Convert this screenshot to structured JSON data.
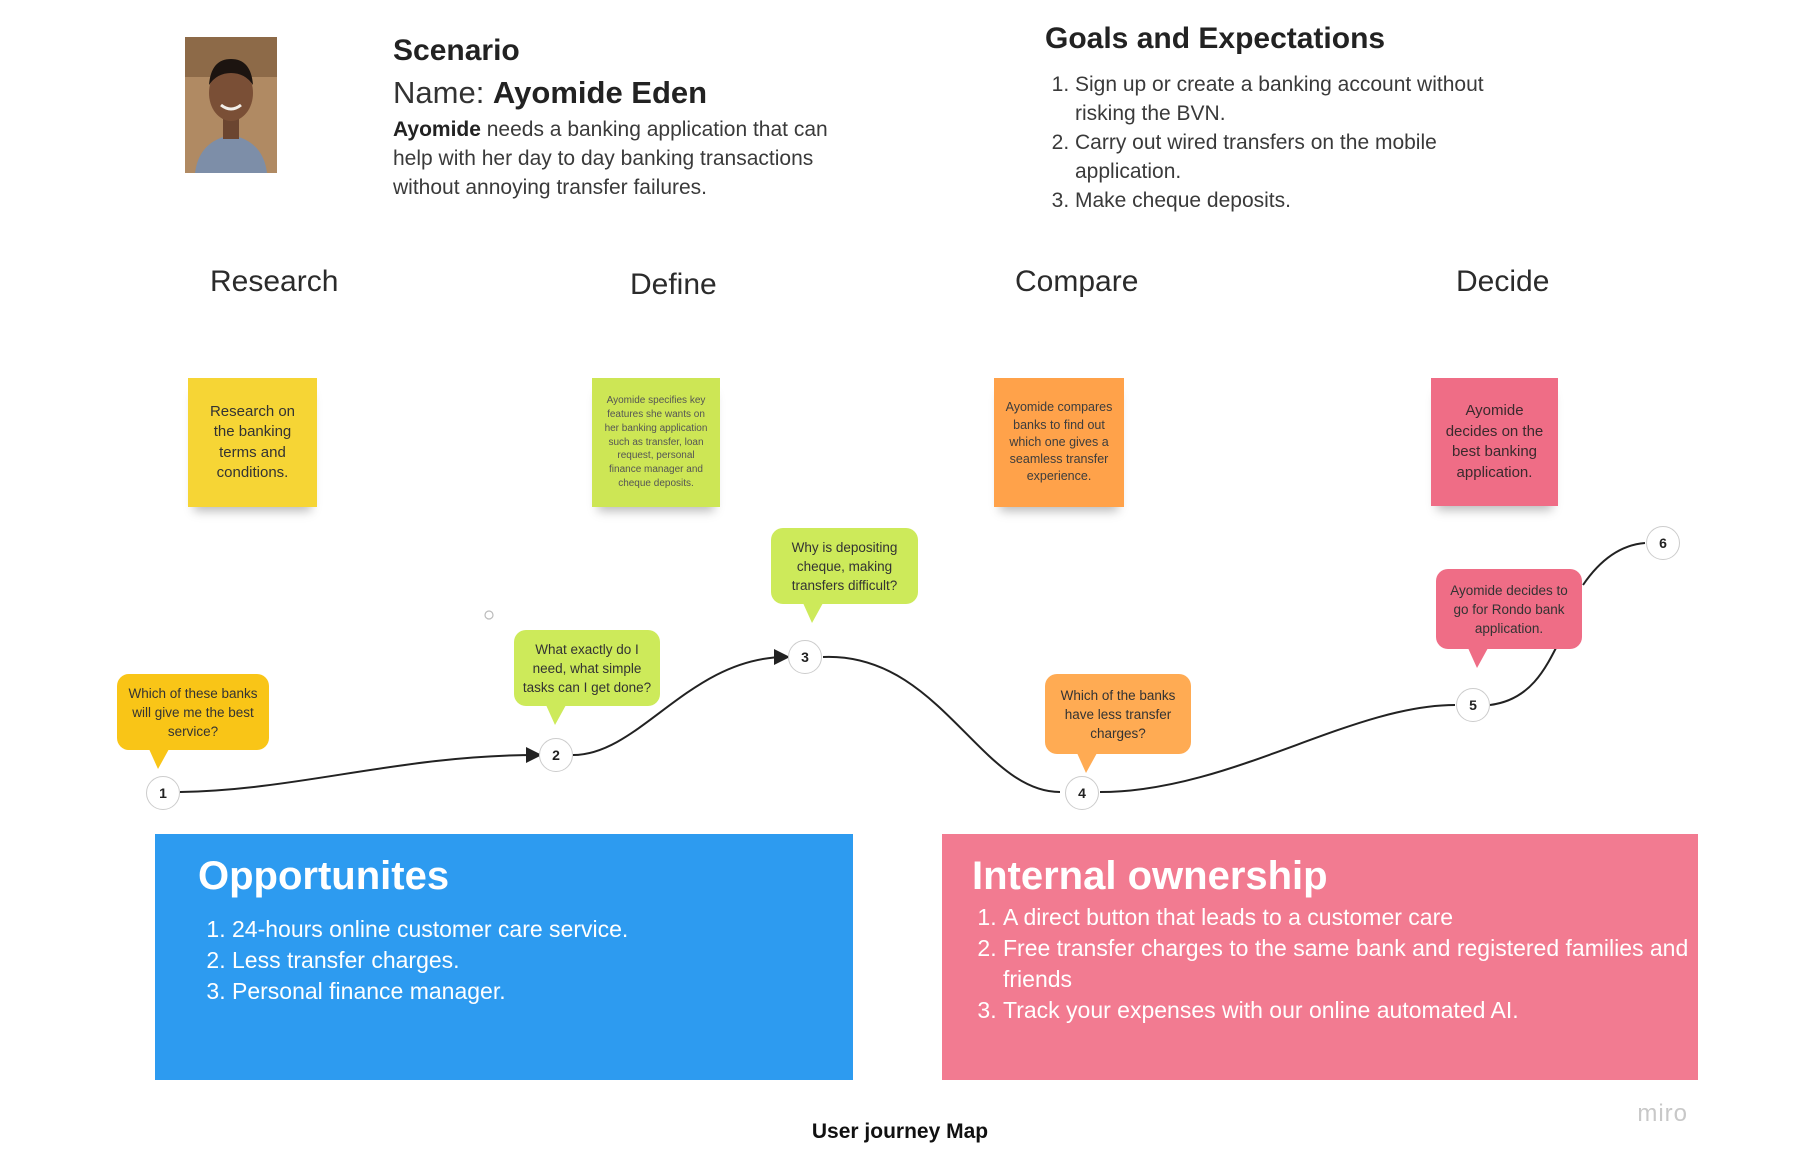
{
  "scenario": {
    "title": "Scenario",
    "name_prefix": "Name: ",
    "name": "Ayomide Eden",
    "desc_bold": "Ayomide",
    "desc_rest": " needs a banking application that can help with her day to day banking transactions without annoying transfer failures."
  },
  "goals": {
    "title": "Goals and Expectations",
    "items": [
      "Sign up or create a banking account without risking the BVN.",
      "Carry out wired transfers on the mobile application.",
      "Make cheque deposits."
    ]
  },
  "stages": [
    "Research",
    "Define",
    "Compare",
    "Decide"
  ],
  "stickies": [
    {
      "text": "Research on the banking terms and conditions.",
      "color": "#f6d535"
    },
    {
      "text": "Ayomide specifies key features she wants on her banking application such as transfer, loan request, personal finance manager and cheque deposits.",
      "color": "#cde655"
    },
    {
      "text": "Ayomide compares banks to find out which one gives a seamless transfer experience.",
      "color": "#ffa24a"
    },
    {
      "text": "Ayomide decides on the best banking application.",
      "color": "#ef6d86"
    }
  ],
  "journey": {
    "steps": [
      "1",
      "2",
      "3",
      "4",
      "5",
      "6"
    ],
    "bubbles": [
      {
        "text": "Which of these banks will give me the best service?",
        "color": "#f9c517"
      },
      {
        "text": "What exactly do I need, what simple tasks can I get done?",
        "color": "#cdea5a"
      },
      {
        "text": "Why is depositing cheque, making transfers difficult?",
        "color": "#cdea5a"
      },
      {
        "text": "Which of the banks have less transfer charges?",
        "color": "#ffab53"
      },
      {
        "text": "Ayomide decides to go for Rondo bank application.",
        "color": "#ef6d86"
      }
    ]
  },
  "opportunities": {
    "title": "Opportunites",
    "color": "#2d9bf0",
    "items": [
      "24-hours online customer care service.",
      "Less transfer charges.",
      "Personal finance manager."
    ]
  },
  "ownership": {
    "title": "Internal ownership",
    "color": "#f27b91",
    "items": [
      "A direct button that leads to a customer care",
      "Free transfer charges to the same bank and registered families and friends",
      "Track your expenses with our online automated AI."
    ]
  },
  "brand": "miro",
  "caption": "User journey Map"
}
